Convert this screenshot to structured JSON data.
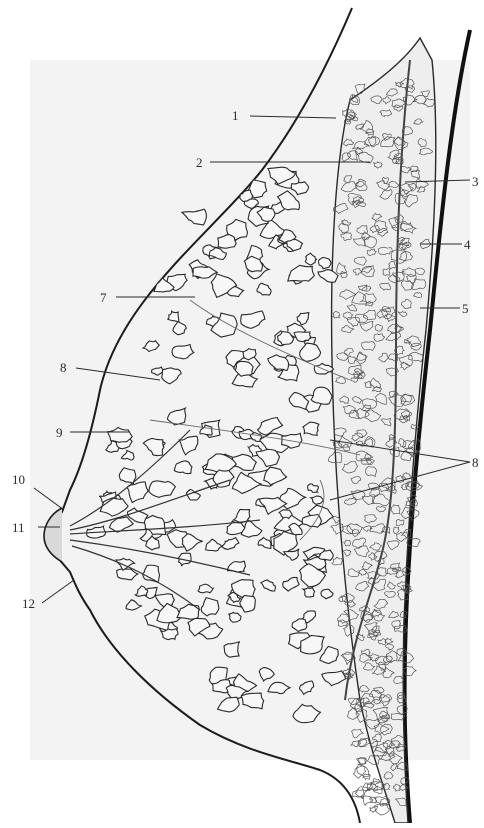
{
  "figure": {
    "labels": [
      "1",
      "2",
      "3",
      "4",
      "5",
      "7",
      "8",
      "9",
      "8",
      "10",
      "11",
      "12"
    ],
    "colors": {
      "ink": "#1c1c1c",
      "tissue": "#4a4a4a",
      "background": "#ffffff",
      "shade": "#e6e6e6"
    }
  }
}
